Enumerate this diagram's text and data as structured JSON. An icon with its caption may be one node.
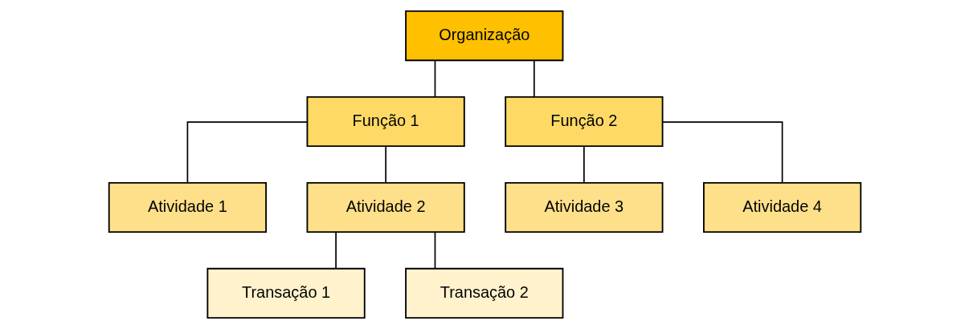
{
  "diagram": {
    "nodes": [
      {
        "text": [
          "Organização"
        ]
      },
      {
        "text": [
          "Função 1"
        ]
      },
      {
        "text": [
          "Função 2"
        ]
      },
      {
        "text": [
          "Atividade 1"
        ]
      },
      {
        "text": [
          "Atividade 2"
        ]
      },
      {
        "text": [
          "Atividade 3"
        ]
      },
      {
        "text": [
          "Atividade 4"
        ]
      },
      {
        "text": [
          "Transação 1"
        ]
      },
      {
        "text": [
          "Transação 2"
        ]
      }
    ],
    "edges": [
      {
        "from": 0,
        "to": 1,
        "arrow": "none"
      },
      {
        "from": 0,
        "to": 2,
        "arrow": "none"
      },
      {
        "from": 1,
        "to": 3,
        "arrow": "none"
      },
      {
        "from": 1,
        "to": 4,
        "arrow": "none"
      },
      {
        "from": 2,
        "to": 5,
        "arrow": "none"
      },
      {
        "from": 2,
        "to": 6,
        "arrow": "none"
      },
      {
        "from": 4,
        "to": 7,
        "arrow": "none"
      },
      {
        "from": 4,
        "to": 8,
        "arrow": "none"
      }
    ]
  }
}
